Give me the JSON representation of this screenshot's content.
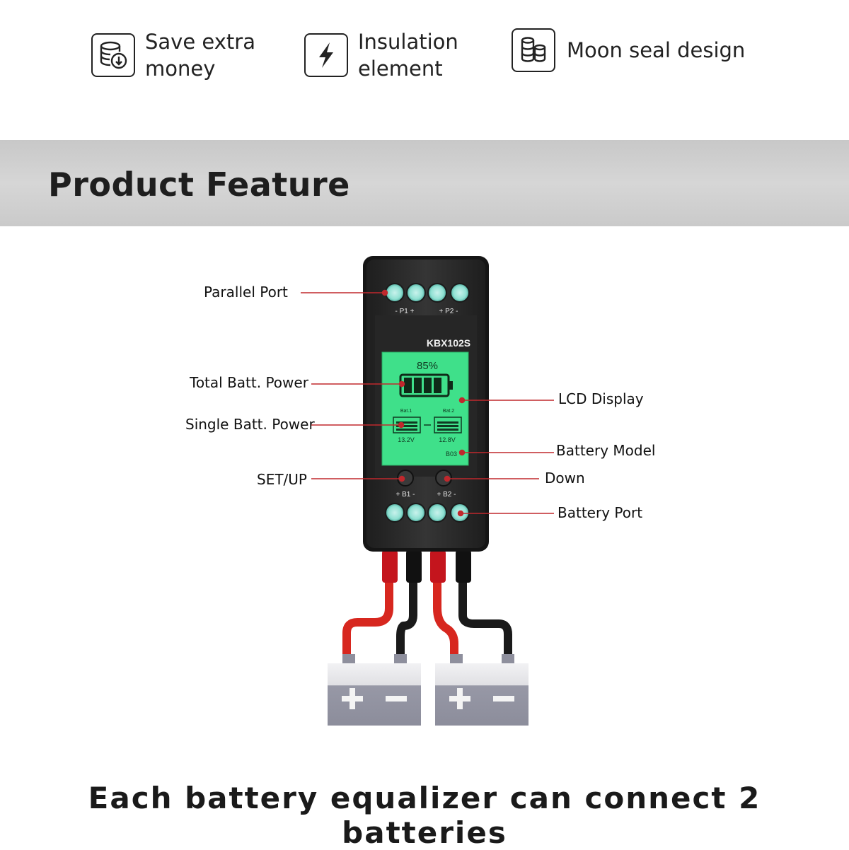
{
  "features": [
    {
      "icon": "database-download-icon",
      "lines": [
        "Save extra",
        "money"
      ]
    },
    {
      "icon": "lightning-icon",
      "lines": [
        "Insulation",
        "element"
      ]
    },
    {
      "icon": "cylinders-icon",
      "lines": [
        "Moon seal design"
      ]
    }
  ],
  "banner": {
    "title": "Product Feature"
  },
  "device": {
    "model": "KBX102S",
    "top_ports": [
      "- P1 +",
      "+ P2 -"
    ],
    "bottom_ports": [
      "+ B1 -",
      "+ B2 -"
    ],
    "lcd": {
      "total_percent": "85%",
      "bat1_label": "Bat.1",
      "bat2_label": "Bat.2",
      "bat1_voltage": "13.2V",
      "bat2_voltage": "12.8V",
      "model_code": "B03"
    }
  },
  "callouts": {
    "parallel_port": "Parallel Port",
    "total_power": "Total Batt. Power",
    "single_power": "Single Batt. Power",
    "set_up": "SET/UP",
    "lcd_display": "LCD Display",
    "battery_model": "Battery Model",
    "down": "Down",
    "battery_port": "Battery Port"
  },
  "caption": "Each battery equalizer can connect 2 batteries",
  "colors": {
    "accent_red": "#c0282d",
    "lcd_green": "#41e08a",
    "device_body": "#2b2b2b"
  }
}
